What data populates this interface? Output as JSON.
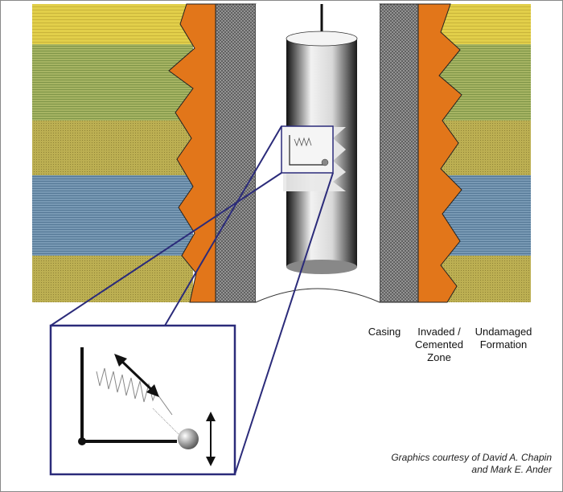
{
  "labels": {
    "casing": "Casing",
    "invaded_zone": "Invaded /\nCemented\nZone",
    "undamaged_formation": "Undamaged\nFormation"
  },
  "credit": {
    "line1": "Graphics courtesy of David A. Chapin",
    "line2": "and Mark E. Ander"
  },
  "colors": {
    "yellow_layer": "#d8c44a",
    "green_layer": "#9cad5c",
    "olive_layer": "#b5a84d",
    "blue_layer": "#6f8faa",
    "cement_orange": "#e07818",
    "casing_gray": "#8a8a8a",
    "inset_border": "#2b2b7a"
  }
}
